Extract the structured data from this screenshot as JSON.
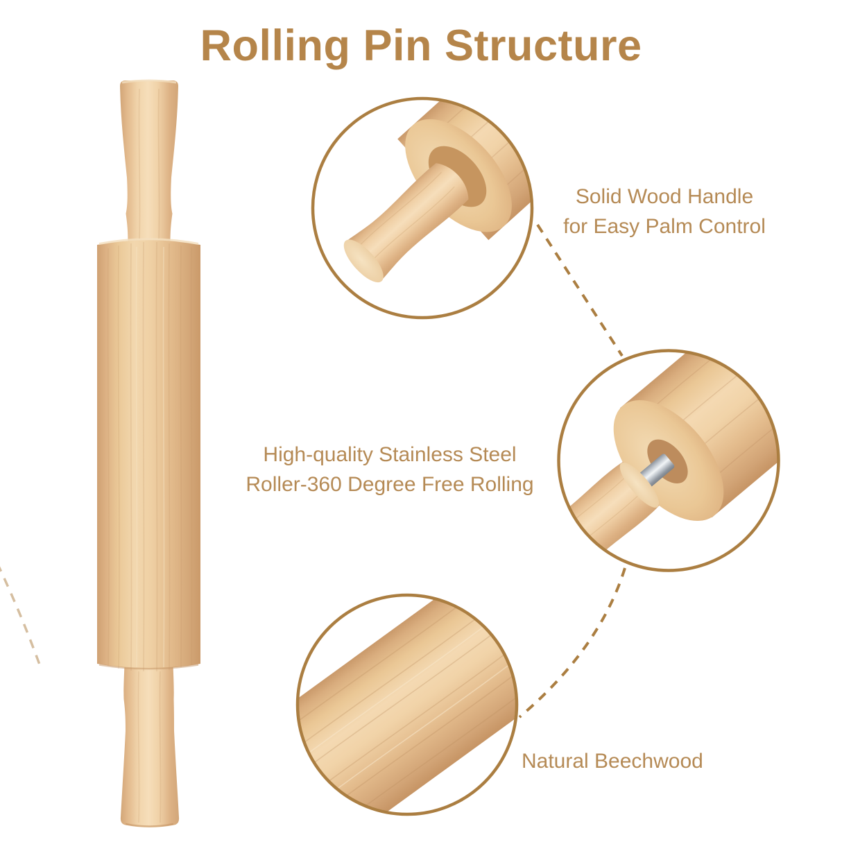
{
  "title": "Rolling Pin Structure",
  "colors": {
    "background": "#ffffff",
    "accent_border_dash": "#ab7e41",
    "title_text": "#b5854a",
    "label_text": "#b58a55",
    "wood_light": "#f4d9b2",
    "wood_mid": "#eac795",
    "wood_dark": "#cfa173",
    "steel": "#c6ccd3"
  },
  "callouts": [
    {
      "id": "solid-wood-handle",
      "lines": [
        "Solid Wood Handle",
        "for Easy Palm Control"
      ]
    },
    {
      "id": "stainless-steel-roller",
      "lines": [
        "High-quality Stainless Steel",
        "Roller-360 Degree Free Rolling"
      ]
    },
    {
      "id": "natural-beechwood",
      "lines": [
        "Natural Beechwood"
      ]
    }
  ]
}
